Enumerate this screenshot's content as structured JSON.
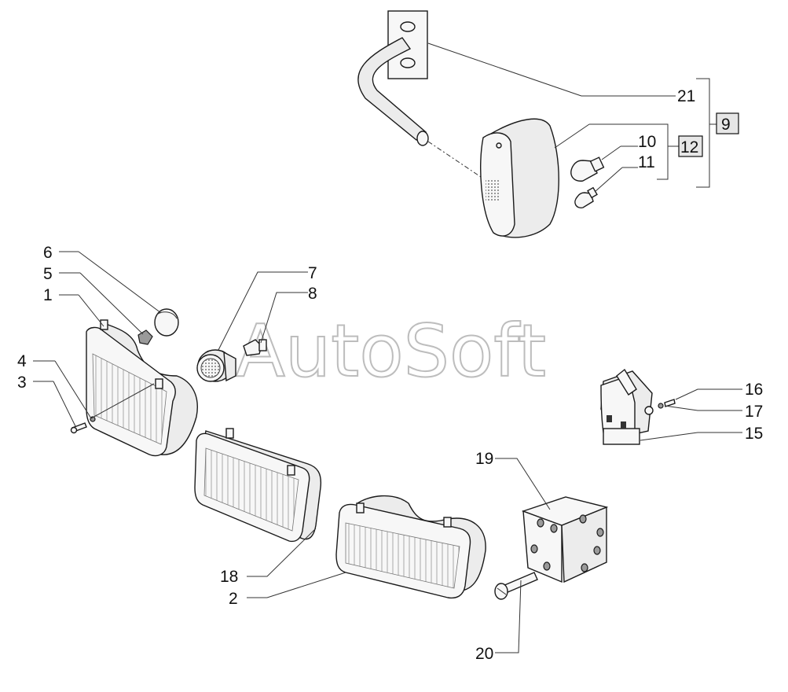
{
  "watermark": "AutoSoft",
  "labels": {
    "l1": "1",
    "l2": "2",
    "l3": "3",
    "l4": "4",
    "l5": "5",
    "l6": "6",
    "l7": "7",
    "l8": "8",
    "l9": "9",
    "l10": "10",
    "l11": "11",
    "l12": "12",
    "l15": "15",
    "l16": "16",
    "l17": "17",
    "l18": "18",
    "l19": "19",
    "l20": "20",
    "l21": "21"
  }
}
